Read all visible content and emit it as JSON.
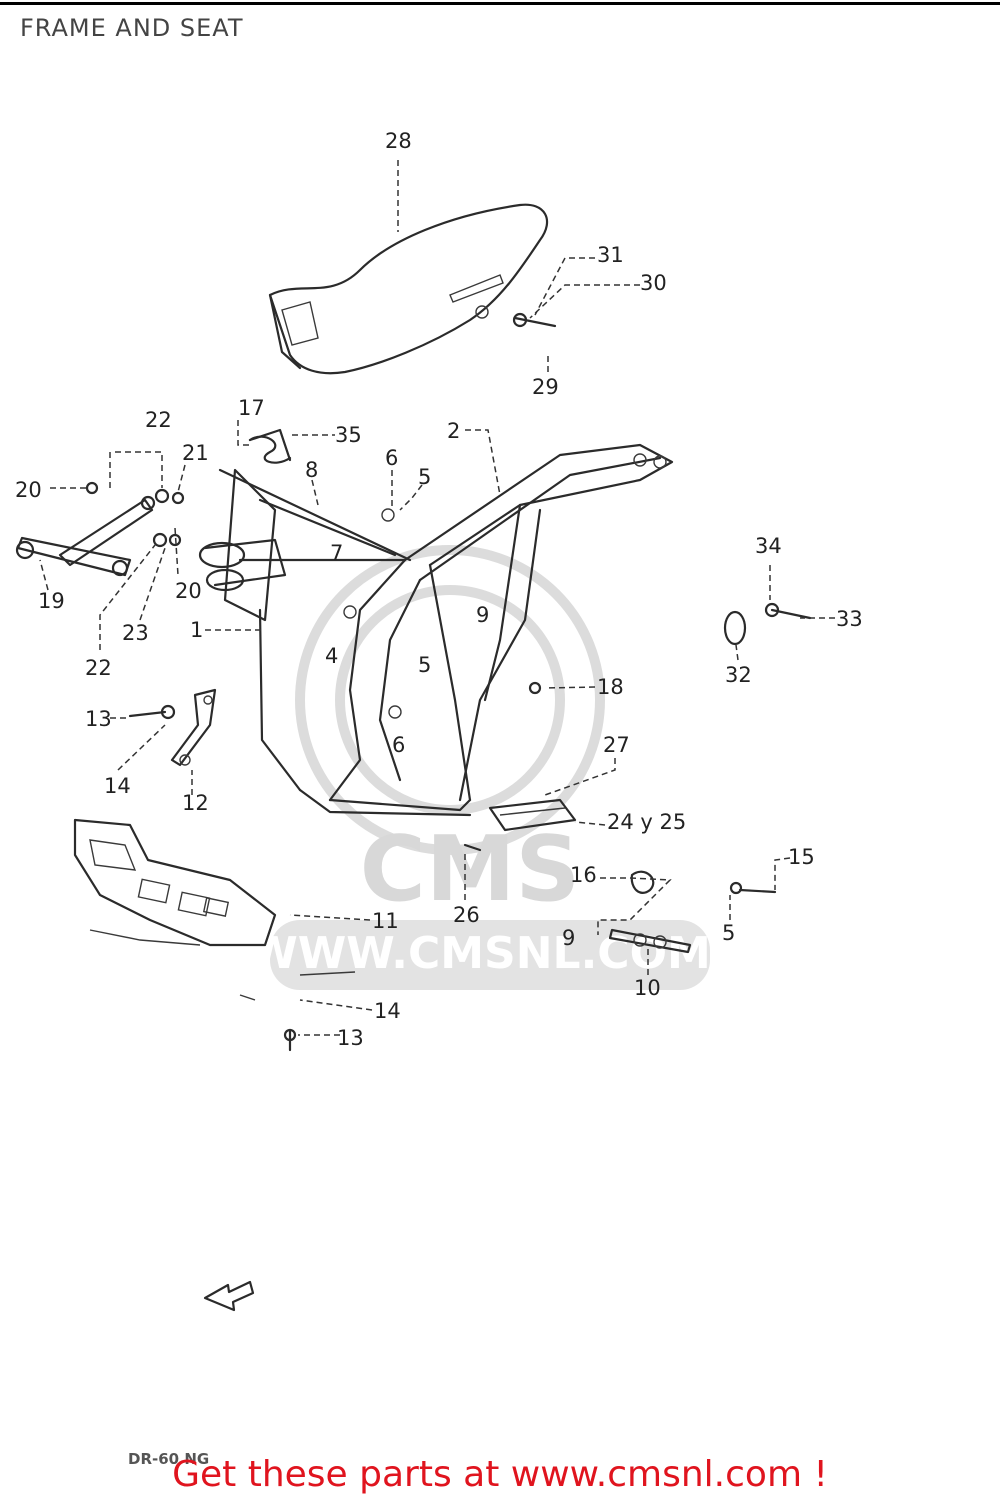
{
  "page": {
    "title": "FRAME AND SEAT",
    "promo_text": "Get these parts at www.cmsnl.com !",
    "model_code": "DR-60 NG"
  },
  "watermark": {
    "logo_text": "CMS",
    "url_text": "WWW.CMSNL.COM"
  },
  "callouts": {
    "c1": "1",
    "c2": "2",
    "c4": "4",
    "c5a": "5",
    "c5b": "5",
    "c5c": "5",
    "c6a": "6",
    "c6b": "6",
    "c7": "7",
    "c8": "8",
    "c9a": "9",
    "c9b": "9",
    "c10": "10",
    "c11": "11",
    "c12": "12",
    "c13a": "13",
    "c13b": "13",
    "c14a": "14",
    "c14b": "14",
    "c15": "15",
    "c16": "16",
    "c17": "17",
    "c18": "18",
    "c19": "19",
    "c20a": "20",
    "c20b": "20",
    "c21": "21",
    "c22a": "22",
    "c22b": "22",
    "c23": "23",
    "c24": "24 y 25",
    "c26": "26",
    "c27": "27",
    "c28": "28",
    "c29": "29",
    "c30": "30",
    "c31": "31",
    "c32": "32",
    "c33": "33",
    "c34": "34",
    "c35": "35"
  }
}
